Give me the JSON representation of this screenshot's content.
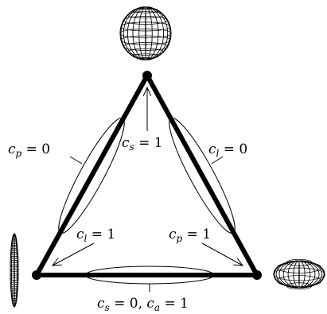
{
  "labels": {
    "cp0": {
      "base": "c",
      "sub": "p",
      "rest": " = 0"
    },
    "cl0": {
      "base": "c",
      "sub": "l",
      "rest": " = 0"
    },
    "cs1": {
      "base": "c",
      "sub": "s",
      "rest": " = 1"
    },
    "cl1": {
      "base": "c",
      "sub": "l",
      "rest": " = 1"
    },
    "cp1": {
      "base": "c",
      "sub": "p",
      "rest": " = 1"
    },
    "bottom": {
      "part1_base": "c",
      "part1_sub": "s",
      "part1_rest": " = 0, ",
      "part2_base": "c",
      "part2_sub": "a",
      "part2_rest": " = 1"
    }
  },
  "glyphs": {
    "top": "sphere-glyph",
    "left": "linear-glyph",
    "right": "planar-glyph"
  },
  "colors": {
    "stroke": "#000000",
    "glyph_line": "#000000",
    "glyph_fill": "#ffffff"
  }
}
